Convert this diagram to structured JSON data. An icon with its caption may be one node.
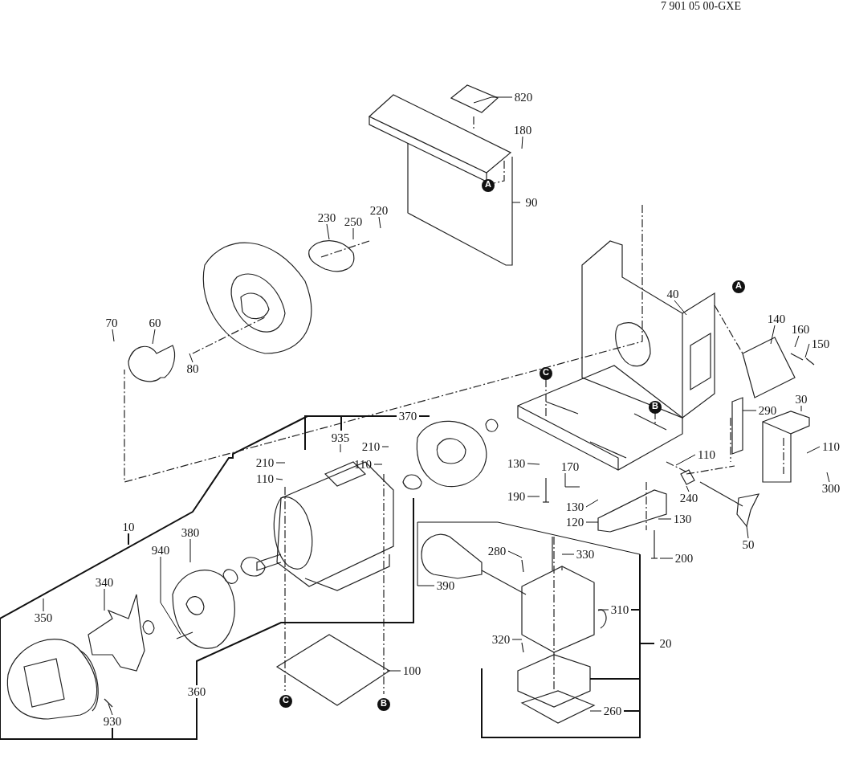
{
  "diagram": {
    "nodes": [
      {
        "text": [
          "820"
        ]
      },
      {
        "text": [
          "180"
        ]
      },
      {
        "text": [
          "A"
        ]
      },
      {
        "text": [
          "90"
        ]
      },
      {
        "text": [
          "230"
        ]
      },
      {
        "text": [
          "220"
        ]
      },
      {
        "text": [
          "250"
        ]
      },
      {
        "text": [
          "A"
        ]
      },
      {
        "text": [
          "40"
        ]
      },
      {
        "text": [
          "70"
        ]
      },
      {
        "text": [
          "60"
        ]
      },
      {
        "text": [
          "140"
        ]
      },
      {
        "text": [
          "160"
        ]
      },
      {
        "text": [
          "150"
        ]
      },
      {
        "text": [
          "80"
        ]
      },
      {
        "text": [
          "C"
        ]
      },
      {
        "text": [
          "30"
        ]
      },
      {
        "text": [
          "B"
        ]
      },
      {
        "text": [
          "290"
        ]
      },
      {
        "text": [
          "370"
        ]
      },
      {
        "text": [
          "935"
        ]
      },
      {
        "text": [
          "210"
        ]
      },
      {
        "text": [
          "210"
        ]
      },
      {
        "text": [
          "110"
        ]
      },
      {
        "text": [
          "110"
        ]
      },
      {
        "text": [
          "110"
        ]
      },
      {
        "text": [
          "130"
        ]
      },
      {
        "text": [
          "170"
        ]
      },
      {
        "text": [
          "110"
        ]
      },
      {
        "text": [
          "300"
        ]
      },
      {
        "text": [
          "190"
        ]
      },
      {
        "text": [
          "240"
        ]
      },
      {
        "text": [
          "130"
        ]
      },
      {
        "text": [
          "130"
        ]
      },
      {
        "text": [
          "120"
        ]
      },
      {
        "text": [
          "10"
        ]
      },
      {
        "text": [
          "380"
        ]
      },
      {
        "text": [
          "50"
        ]
      },
      {
        "text": [
          "280"
        ]
      },
      {
        "text": [
          "940"
        ]
      },
      {
        "text": [
          "330"
        ]
      },
      {
        "text": [
          "200"
        ]
      },
      {
        "text": [
          "340"
        ]
      },
      {
        "text": [
          "390"
        ]
      },
      {
        "text": [
          "310"
        ]
      },
      {
        "text": [
          "350"
        ]
      },
      {
        "text": [
          "320"
        ]
      },
      {
        "text": [
          "20"
        ]
      },
      {
        "text": [
          "100"
        ]
      },
      {
        "text": [
          "360"
        ]
      },
      {
        "text": [
          "C"
        ]
      },
      {
        "text": [
          "B"
        ]
      },
      {
        "text": [
          "260"
        ]
      },
      {
        "text": [
          "930"
        ]
      }
    ],
    "edges": [
      {
        "from": 0,
        "to": null,
        "arrow": "none"
      },
      {
        "from": 1,
        "to": null,
        "arrow": "none"
      },
      {
        "from": 3,
        "to": null,
        "arrow": "none"
      },
      {
        "from": 4,
        "to": null,
        "arrow": "none"
      },
      {
        "from": 5,
        "to": null,
        "arrow": "none"
      },
      {
        "from": 6,
        "to": null,
        "arrow": "none"
      },
      {
        "from": 8,
        "to": null,
        "arrow": "none"
      },
      {
        "from": 9,
        "to": null,
        "arrow": "none"
      },
      {
        "from": 10,
        "to": null,
        "arrow": "none"
      },
      {
        "from": 11,
        "to": null,
        "arrow": "none"
      },
      {
        "from": 12,
        "to": null,
        "arrow": "none"
      },
      {
        "from": 13,
        "to": null,
        "arrow": "none"
      },
      {
        "from": 14,
        "to": null,
        "arrow": "none"
      },
      {
        "from": 16,
        "to": null,
        "arrow": "none"
      },
      {
        "from": 18,
        "to": null,
        "arrow": "none"
      },
      {
        "from": 19,
        "to": null,
        "arrow": "none"
      },
      {
        "from": 20,
        "to": null,
        "arrow": "none"
      },
      {
        "from": 21,
        "to": null,
        "arrow": "none"
      },
      {
        "from": 22,
        "to": null,
        "arrow": "none"
      },
      {
        "from": 23,
        "to": null,
        "arrow": "none"
      },
      {
        "from": 24,
        "to": null,
        "arrow": "none"
      },
      {
        "from": 25,
        "to": null,
        "arrow": "none"
      },
      {
        "from": 26,
        "to": null,
        "arrow": "none"
      },
      {
        "from": 27,
        "to": null,
        "arrow": "none"
      },
      {
        "from": 28,
        "to": null,
        "arrow": "none"
      },
      {
        "from": 29,
        "to": null,
        "arrow": "none"
      },
      {
        "from": 30,
        "to": null,
        "arrow": "none"
      },
      {
        "from": 31,
        "to": null,
        "arrow": "none"
      },
      {
        "from": 32,
        "to": null,
        "arrow": "none"
      },
      {
        "from": 33,
        "to": null,
        "arrow": "none"
      },
      {
        "from": 34,
        "to": null,
        "arrow": "none"
      },
      {
        "from": 35,
        "to": null,
        "arrow": "none"
      },
      {
        "from": 36,
        "to": null,
        "arrow": "none"
      },
      {
        "from": 37,
        "to": null,
        "arrow": "none"
      },
      {
        "from": 38,
        "to": null,
        "arrow": "none"
      },
      {
        "from": 39,
        "to": null,
        "arrow": "none"
      },
      {
        "from": 40,
        "to": null,
        "arrow": "none"
      },
      {
        "from": 41,
        "to": null,
        "arrow": "none"
      },
      {
        "from": 42,
        "to": null,
        "arrow": "none"
      },
      {
        "from": 43,
        "to": null,
        "arrow": "none"
      },
      {
        "from": 44,
        "to": null,
        "arrow": "none"
      },
      {
        "from": 45,
        "to": null,
        "arrow": "none"
      },
      {
        "from": 46,
        "to": null,
        "arrow": "none"
      },
      {
        "from": 47,
        "to": null,
        "arrow": "none"
      },
      {
        "from": 48,
        "to": null,
        "arrow": "none"
      },
      {
        "from": 49,
        "to": null,
        "arrow": "none"
      },
      {
        "from": 52,
        "to": null,
        "arrow": "none"
      },
      {
        "from": 53,
        "to": null,
        "arrow": "none"
      }
    ],
    "labels": [
      "7 901 05 00-GXE"
    ]
  }
}
